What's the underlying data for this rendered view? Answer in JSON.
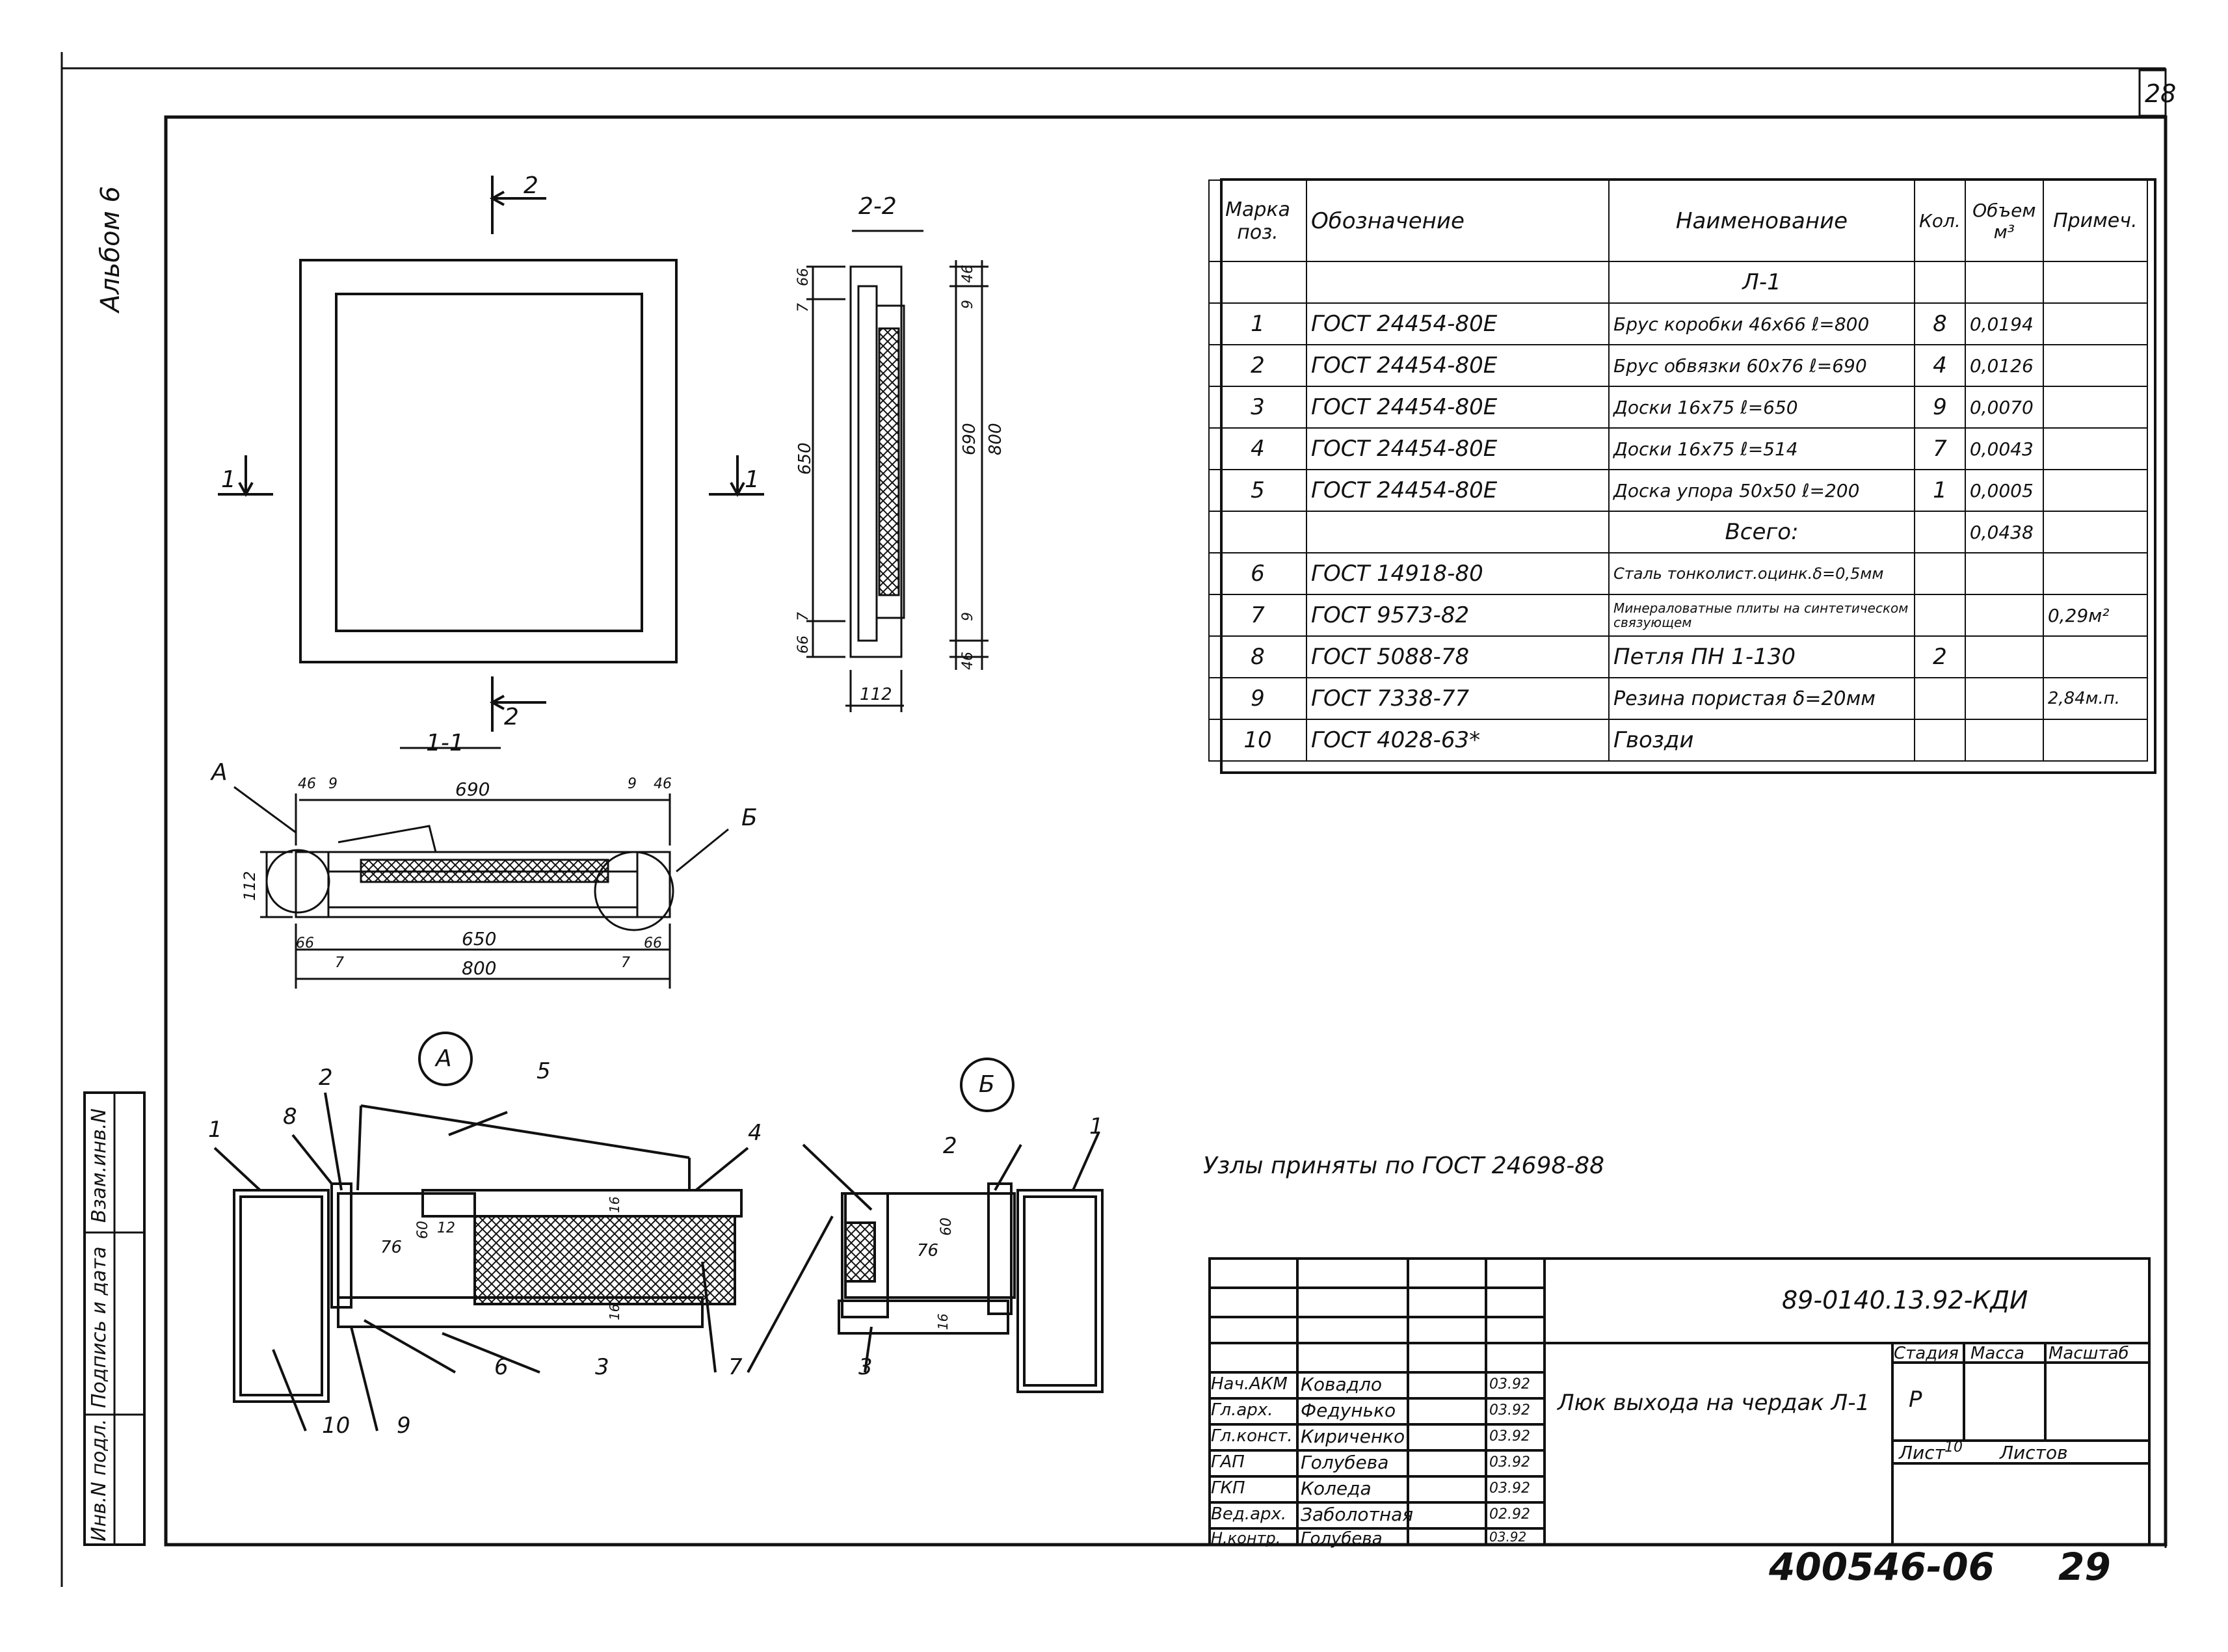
{
  "sheet_number": "28",
  "album_label": "Альбом 6",
  "side_labels": [
    "Взам.инв.N",
    "Подпись и дата",
    "Инв.N подл."
  ],
  "views": {
    "plan": {
      "section_mark_top": "2",
      "section_mark_bottom": "2",
      "section_mark_left": "1",
      "section_mark_right": "1"
    },
    "section_2_2": {
      "title": "2-2",
      "dims": [
        "66",
        "7",
        "650",
        "7",
        "66",
        "46",
        "9",
        "690",
        "800",
        "9",
        "46",
        "112"
      ]
    },
    "section_1_1": {
      "title": "1-1",
      "callout_a": "А",
      "callout_b": "Б",
      "dims": [
        "46",
        "9",
        "690",
        "9",
        "46",
        "112",
        "66",
        "7",
        "650",
        "7",
        "66",
        "800"
      ]
    },
    "detail_a": {
      "title": "А",
      "pos_labels": [
        "1",
        "8",
        "2",
        "5",
        "4",
        "6",
        "3",
        "7",
        "9",
        "10"
      ],
      "dims": [
        "76",
        "60",
        "12",
        "16",
        "16"
      ]
    },
    "detail_b": {
      "title": "Б",
      "pos_labels": [
        "2",
        "1",
        "3"
      ],
      "dims": [
        "60",
        "76",
        "16"
      ]
    }
  },
  "spec_table": {
    "headers": {
      "pos": "Марка поз.",
      "designation": "Обозначение",
      "name": "Наименование",
      "qty": "Кол.",
      "volume": "Объем м³",
      "note": "Примеч."
    },
    "group_title": "Л-1",
    "rows": [
      {
        "pos": "1",
        "designation": "ГОСТ 24454-80Е",
        "name": "Брус коробки 46х66 ℓ=800",
        "qty": "8",
        "volume": "0,0194",
        "note": ""
      },
      {
        "pos": "2",
        "designation": "ГОСТ 24454-80Е",
        "name": "Брус обвязки 60х76 ℓ=690",
        "qty": "4",
        "volume": "0,0126",
        "note": ""
      },
      {
        "pos": "3",
        "designation": "ГОСТ 24454-80Е",
        "name": "Доски 16х75 ℓ=650",
        "qty": "9",
        "volume": "0,0070",
        "note": ""
      },
      {
        "pos": "4",
        "designation": "ГОСТ 24454-80Е",
        "name": "Доски 16х75 ℓ=514",
        "qty": "7",
        "volume": "0,0043",
        "note": ""
      },
      {
        "pos": "5",
        "designation": "ГОСТ 24454-80Е",
        "name": "Доска упора 50х50 ℓ=200",
        "qty": "1",
        "volume": "0,0005",
        "note": ""
      },
      {
        "pos": "",
        "designation": "",
        "name": "Всего:",
        "qty": "",
        "volume": "0,0438",
        "note": ""
      },
      {
        "pos": "6",
        "designation": "ГОСТ 14918-80",
        "name": "Сталь тонколист.оцинк.δ=0,5мм",
        "qty": "",
        "volume": "",
        "note": ""
      },
      {
        "pos": "7",
        "designation": "ГОСТ 9573-82",
        "name": "Минераловатные плиты на синтетическом связующем",
        "qty": "",
        "volume": "",
        "note": "0,29м²"
      },
      {
        "pos": "8",
        "designation": "ГОСТ 5088-78",
        "name": "Петля ПН 1-130",
        "qty": "2",
        "volume": "",
        "note": ""
      },
      {
        "pos": "9",
        "designation": "ГОСТ 7338-77",
        "name": "Резина пористая δ=20мм",
        "qty": "",
        "volume": "",
        "note": "2,84м.п."
      },
      {
        "pos": "10",
        "designation": "ГОСТ 4028-63*",
        "name": "Гвозди",
        "qty": "",
        "volume": "",
        "note": ""
      }
    ]
  },
  "nodes_note": "Узлы приняты по ГОСТ 24698-88",
  "title_block": {
    "code": "89-0140.13.92-КДИ",
    "title": "Люк выхода на чердак Л-1",
    "stage_label": "Стадия",
    "mass_label": "Масса",
    "scale_label": "Масштаб",
    "stage": "Р",
    "sheet_label": "Лист",
    "sheet_value": "10",
    "sheets_label": "Листов",
    "people": [
      {
        "role": "Нач.АКМ",
        "name": "Ковадло",
        "date": "03.92"
      },
      {
        "role": "Гл.арх.",
        "name": "Федунько",
        "date": "03.92"
      },
      {
        "role": "Гл.конст.",
        "name": "Кириченко",
        "date": "03.92"
      },
      {
        "role": "ГАП",
        "name": "Голубева",
        "date": "03.92"
      },
      {
        "role": "ГКП",
        "name": "Коледа",
        "date": "03.92"
      },
      {
        "role": "Вед.арх.",
        "name": "Заболотная",
        "date": "02.92"
      },
      {
        "role": "Н.контр.",
        "name": "Голубева",
        "date": "03.92"
      }
    ]
  },
  "archive_number": "400546-06",
  "archive_page": "29"
}
